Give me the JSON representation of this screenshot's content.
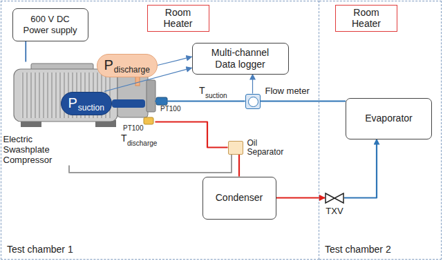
{
  "diagram": {
    "nodes": [
      {
        "text": [
          "Test chamber 1"
        ]
      },
      {
        "text": [
          "Room Heater"
        ],
        "in": 0
      },
      {
        "text": [
          "600 V DC Power supply"
        ],
        "in": 0
      },
      {
        "text": [
          "P",
          "discharge"
        ],
        "in": 0
      },
      {
        "text": [
          "Multi-channel Data logger"
        ],
        "in": 0
      },
      {
        "text": [
          "P",
          "suction"
        ],
        "in": 0
      },
      {
        "text": [
          "Electric Swashplate Compressor"
        ],
        "in": 0
      },
      {
        "text": [
          "Flow meter"
        ],
        "in": 0
      },
      {
        "text": [
          "Oil Separator"
        ],
        "in": 0
      },
      {
        "text": [
          "Condenser"
        ],
        "in": 0
      },
      {
        "text": [
          "Test chamber 2"
        ]
      },
      {
        "text": [
          "Room Heater"
        ],
        "in": 10
      },
      {
        "text": [
          "Evaporator"
        ],
        "in": 10
      },
      {
        "text": [
          "TXV"
        ],
        "in": 10
      }
    ],
    "edges": [
      {
        "from": 2,
        "to": 6,
        "arrow": "none"
      },
      {
        "from": 3,
        "to": 4,
        "arrow": "to"
      },
      {
        "from": 5,
        "to": 4,
        "arrow": "to"
      },
      {
        "from": 7,
        "to": 4,
        "arrow": "to"
      },
      {
        "from": 12,
        "to": 7,
        "arrow": "none"
      },
      {
        "from": 7,
        "to": 6,
        "arrow": "to"
      },
      {
        "from": 6,
        "to": 8,
        "arrow": "none"
      },
      {
        "from": 8,
        "to": 9,
        "arrow": "none"
      },
      {
        "from": 8,
        "to": 6,
        "arrow": "none"
      },
      {
        "from": 9,
        "to": 13,
        "arrow": "to"
      },
      {
        "from": 13,
        "to": 12,
        "arrow": "to"
      }
    ],
    "labels": [
      "PT100",
      "T",
      "suction",
      "PT100",
      "T",
      "discharge"
    ]
  }
}
